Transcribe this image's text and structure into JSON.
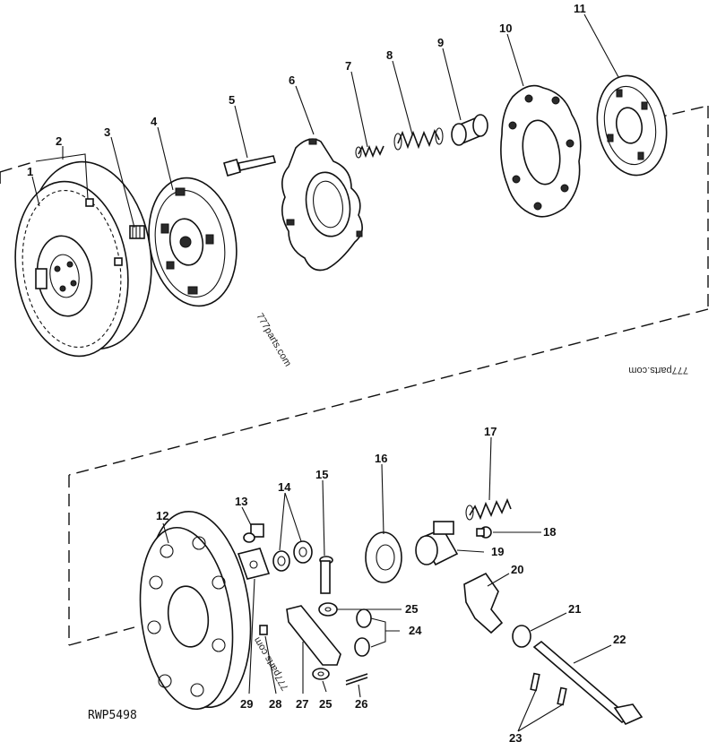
{
  "diagram": {
    "code": "RWP5498",
    "watermarks": [
      "777parts.com",
      "777parts.com",
      "777parts.com"
    ],
    "callouts": [
      "1",
      "2",
      "3",
      "4",
      "5",
      "6",
      "7",
      "8",
      "9",
      "10",
      "11",
      "12",
      "13",
      "14",
      "15",
      "16",
      "17",
      "18",
      "19",
      "20",
      "21",
      "22",
      "23",
      "24",
      "25",
      "25",
      "26",
      "27",
      "28",
      "29"
    ]
  }
}
